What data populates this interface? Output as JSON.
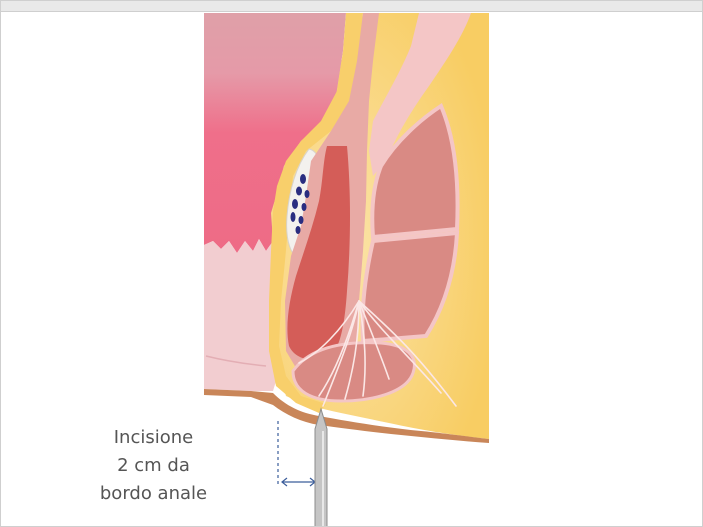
{
  "caption": {
    "line1": "Incisione",
    "line2": "2 cm da",
    "line3": "bordo anale"
  },
  "colors": {
    "fat": "#f8cf6b",
    "fat_light": "#f9dc92",
    "mucosa_pink": "#e58ea2",
    "mucosa_bright": "#ef6f8a",
    "skin": "#f2c9cc",
    "muscle": "#d98880",
    "muscle_dark": "#c9695f",
    "sphincter_red": "#d65b58",
    "wall": "#e8a7a2",
    "nerve": "#fbe7e6",
    "vein": "#2a2d80",
    "needle": "#c5c5c5",
    "dim_line": "#3b5d9b",
    "skin_edge": "#c98659",
    "caption_text": "#555555"
  },
  "icons": [
    "needle-icon",
    "dimension-arrow-icon"
  ]
}
